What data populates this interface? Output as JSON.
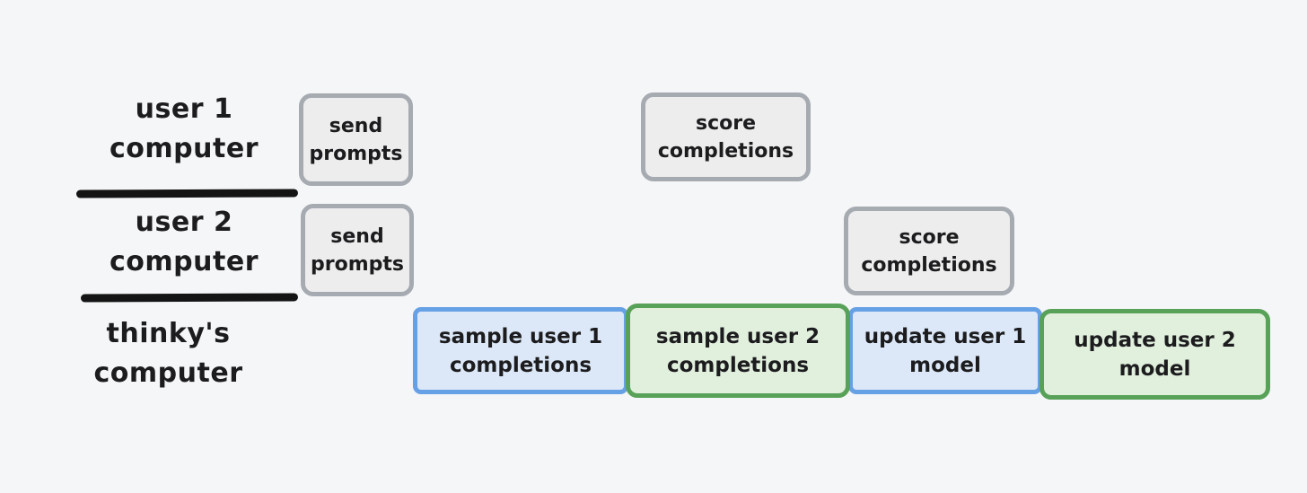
{
  "colors": {
    "background": "#f5f6f7",
    "text": "#1c1c1e",
    "lane_divider": "#141414",
    "gray_box_fill": "#ededee",
    "gray_box_border": "#a6aab1",
    "blue_box_fill": "#dce8f7",
    "blue_box_border": "#67a1e5",
    "green_box_fill": "#e1efdd",
    "green_box_border": "#58a158"
  },
  "lanes": {
    "user1": {
      "line1": "user 1",
      "line2": "computer"
    },
    "user2": {
      "line1": "user 2",
      "line2": "computer"
    },
    "thinky": {
      "line1": "thinky's",
      "line2": "computer"
    }
  },
  "boxes": {
    "send_prompts_user1": {
      "line1": "send",
      "line2": "prompts"
    },
    "score_completions_user1": {
      "line1": "score",
      "line2": "completions"
    },
    "send_prompts_user2": {
      "line1": "send",
      "line2": "prompts"
    },
    "score_completions_user2": {
      "line1": "score",
      "line2": "completions"
    },
    "sample_user1": {
      "line1": "sample user 1",
      "line2": "completions"
    },
    "sample_user2": {
      "line1": "sample user 2",
      "line2": "completions"
    },
    "update_user1": {
      "line1": "update user 1",
      "line2": "model"
    },
    "update_user2": {
      "line1": "update user 2",
      "line2": "model"
    }
  }
}
